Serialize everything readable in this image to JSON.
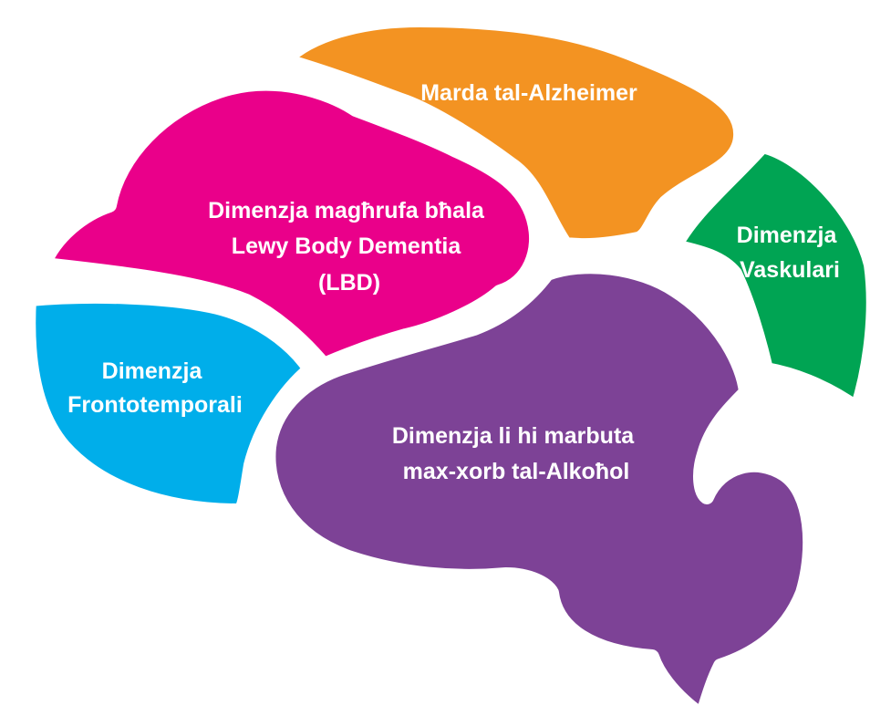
{
  "diagram": {
    "lobes": [
      {
        "id": "alzheimer",
        "color": "#F39322",
        "lines": [
          "Marda tal-Alzheimer"
        ]
      },
      {
        "id": "lbd",
        "color": "#EA008A",
        "lines": [
          "Dimenzja magħrufa bħala",
          "Lewy Body Dementia",
          "(LBD)"
        ]
      },
      {
        "id": "vascular",
        "color": "#00A453",
        "lines": [
          "Dimenzja",
          "Vaskulari"
        ]
      },
      {
        "id": "frontotemporal",
        "color": "#00AEEA",
        "lines": [
          "Dimenzja",
          "Frontotemporali"
        ]
      },
      {
        "id": "alcohol",
        "color": "#7D4296",
        "lines": [
          "Dimenzja li hi marbuta",
          "max-xorb tal-Alkoħol"
        ]
      }
    ]
  }
}
